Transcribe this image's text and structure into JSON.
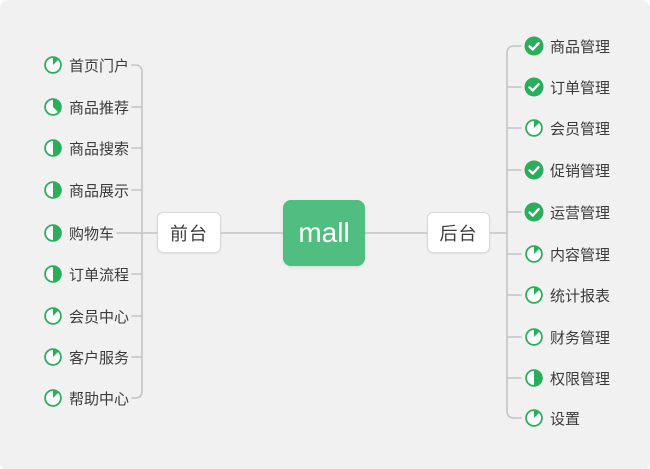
{
  "diagram": {
    "type": "mindmap",
    "root": {
      "label": "mall"
    },
    "branches": [
      {
        "label": "前台",
        "side": "left",
        "items": [
          {
            "label": "首页门户",
            "icon": "pie-progress",
            "progress": 0.125
          },
          {
            "label": "商品推荐",
            "icon": "pie-progress",
            "progress": 0.375
          },
          {
            "label": "商品搜索",
            "icon": "pie-progress",
            "progress": 0.5
          },
          {
            "label": "商品展示",
            "icon": "pie-progress",
            "progress": 0.5
          },
          {
            "label": "购物车",
            "icon": "pie-progress",
            "progress": 0.5
          },
          {
            "label": "订单流程",
            "icon": "pie-progress",
            "progress": 0.5
          },
          {
            "label": "会员中心",
            "icon": "pie-progress",
            "progress": 0.125
          },
          {
            "label": "客户服务",
            "icon": "pie-progress",
            "progress": 0.125
          },
          {
            "label": "帮助中心",
            "icon": "pie-progress",
            "progress": 0.125
          }
        ]
      },
      {
        "label": "后台",
        "side": "right",
        "items": [
          {
            "label": "商品管理",
            "icon": "check-complete",
            "progress": 1
          },
          {
            "label": "订单管理",
            "icon": "check-complete",
            "progress": 1
          },
          {
            "label": "会员管理",
            "icon": "pie-progress",
            "progress": 0.125
          },
          {
            "label": "促销管理",
            "icon": "check-complete",
            "progress": 1
          },
          {
            "label": "运营管理",
            "icon": "check-complete",
            "progress": 1
          },
          {
            "label": "内容管理",
            "icon": "pie-progress",
            "progress": 0.125
          },
          {
            "label": "统计报表",
            "icon": "pie-progress",
            "progress": 0.125
          },
          {
            "label": "财务管理",
            "icon": "pie-progress",
            "progress": 0.125
          },
          {
            "label": "权限管理",
            "icon": "pie-progress",
            "progress": 0.5
          },
          {
            "label": "设置",
            "icon": "pie-progress",
            "progress": 0.125
          }
        ]
      }
    ],
    "colors": {
      "root_node_green": "#4FBE80",
      "icon_green": "#2BAE5C",
      "connector_gray": "#c3c6c5",
      "background_gray": "#f0f1f0",
      "text_dark": "#3b3b3b"
    }
  }
}
